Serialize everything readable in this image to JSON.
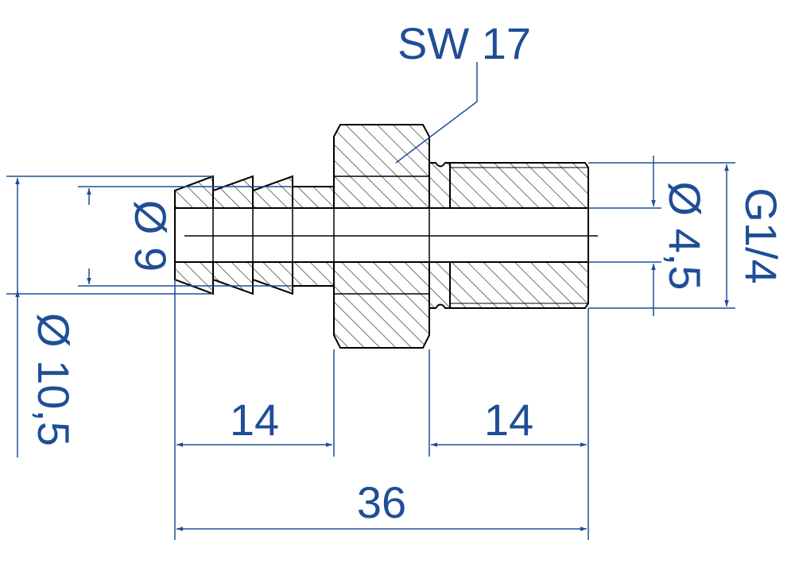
{
  "colors": {
    "outline": "#000000",
    "hatch": "#333333",
    "dimension": "#1f4e96"
  },
  "labels": {
    "wrench_size": "SW 17",
    "hose_tail_diameter": "Ø 9",
    "barb_diameter": "Ø 10,5",
    "bore_diameter": "Ø 4,5",
    "thread_size": "G1/4",
    "hose_tail_length": "14",
    "thread_length": "14",
    "overall_length": "36"
  }
}
